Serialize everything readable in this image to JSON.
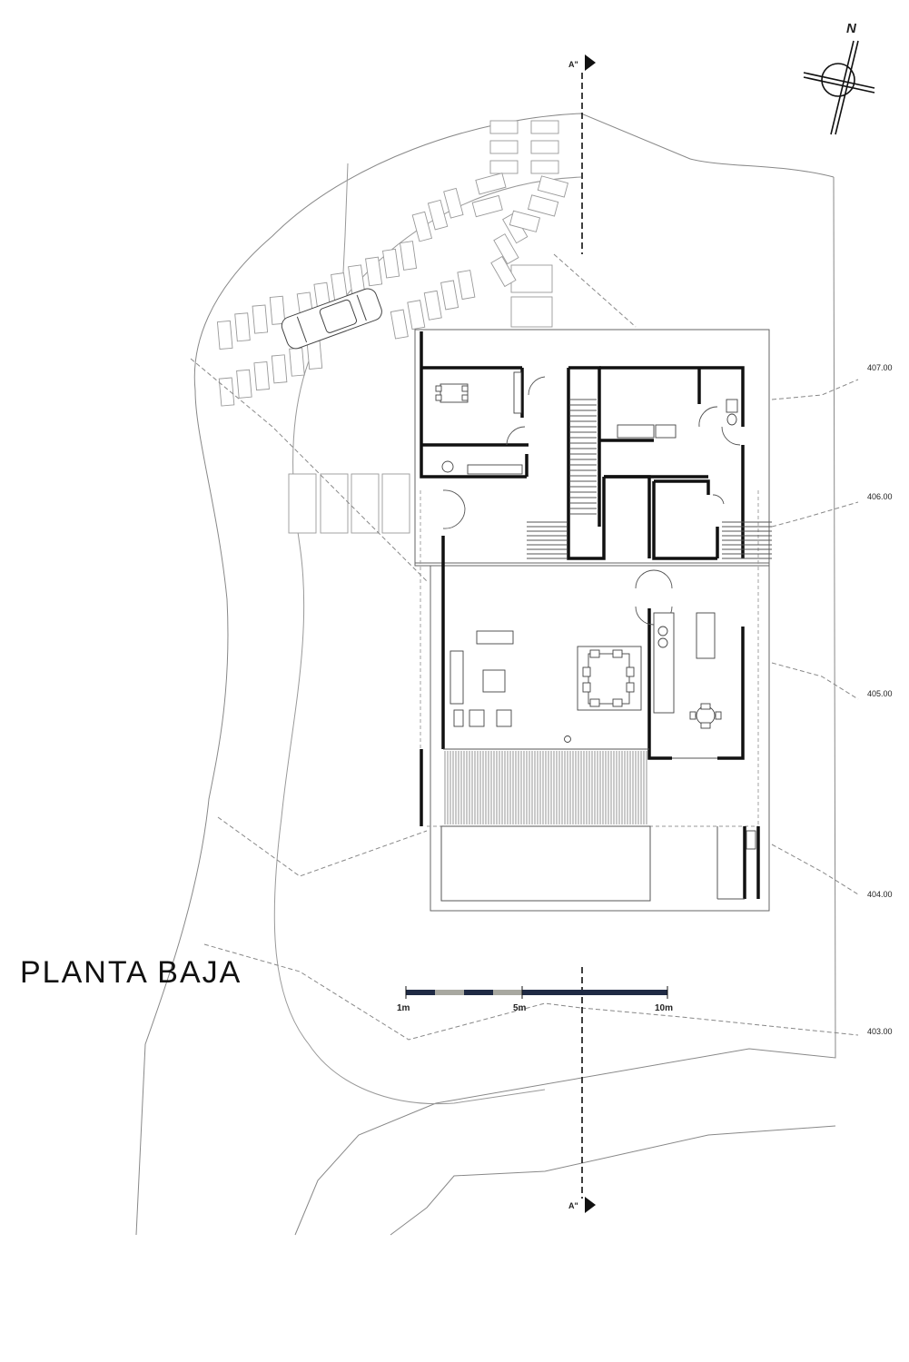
{
  "title": "PLANTA BAJA",
  "north_label": "N",
  "section_marker": {
    "top": "A\"",
    "bottom": "A\""
  },
  "contours": [
    "407.00",
    "406.00",
    "405.00",
    "404.00",
    "403.00"
  ],
  "scale_bar": {
    "labels": [
      "1m",
      "5m",
      "10m"
    ],
    "colors": {
      "dark": "#1f2a44",
      "light": "#a8a8a0"
    }
  }
}
